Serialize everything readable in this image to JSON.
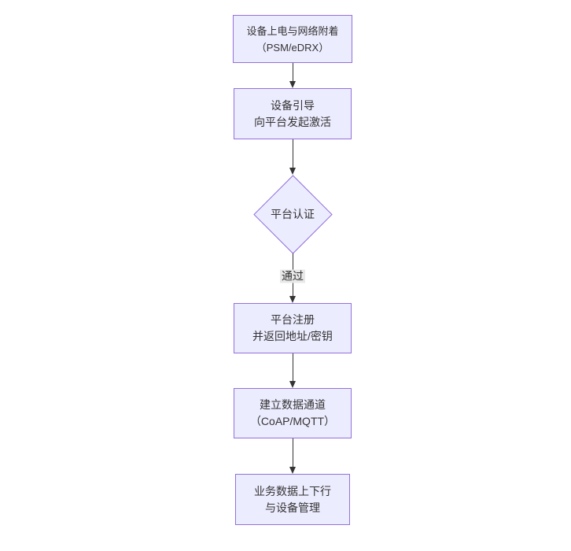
{
  "flowchart": {
    "type": "flowchart-vertical",
    "nodes": [
      {
        "id": "A",
        "shape": "rect",
        "lines": [
          "设备上电与网络附着",
          "（PSM/eDRX）"
        ]
      },
      {
        "id": "B",
        "shape": "rect",
        "lines": [
          "设备引导",
          "向平台发起激活"
        ]
      },
      {
        "id": "C",
        "shape": "diamond",
        "lines": [
          "平台认证"
        ]
      },
      {
        "id": "D",
        "shape": "rect",
        "lines": [
          "平台注册",
          "并返回地址/密钥"
        ]
      },
      {
        "id": "E",
        "shape": "rect",
        "lines": [
          "建立数据通道",
          "（CoAP/MQTT）"
        ]
      },
      {
        "id": "F",
        "shape": "rect",
        "lines": [
          "业务数据上下行",
          "与设备管理"
        ]
      }
    ],
    "edges": [
      {
        "from": "A",
        "to": "B",
        "label": ""
      },
      {
        "from": "B",
        "to": "C",
        "label": ""
      },
      {
        "from": "C",
        "to": "D",
        "label": "通过"
      },
      {
        "from": "D",
        "to": "E",
        "label": ""
      },
      {
        "from": "E",
        "to": "F",
        "label": ""
      }
    ],
    "colors": {
      "node_fill": "#ECECFF",
      "node_border": "#9370DB",
      "text": "#333333",
      "edge": "#333333",
      "edge_label_bg": "#e8e8e8",
      "background": "#ffffff"
    }
  }
}
